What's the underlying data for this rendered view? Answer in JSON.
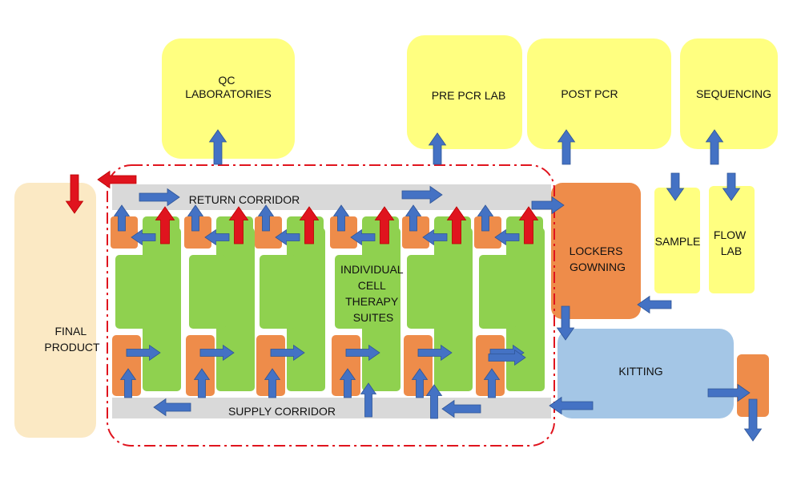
{
  "colors": {
    "yellow": "#ffff80",
    "cream": "#fbe9c4",
    "orange": "#ee8c4a",
    "green": "#8fd14f",
    "blue_box": "#a4c6e6",
    "corridor": "#d9d9d9",
    "arrow_blue": "#4472c4",
    "arrow_red": "#e0141e",
    "boundary": "#e0141e"
  },
  "labels": {
    "qc": [
      "QC",
      "LABORATORIES"
    ],
    "pre_pcr": [
      "PRE PCR LAB"
    ],
    "post_pcr": [
      "POST PCR"
    ],
    "sequencing": [
      "SEQUENCING"
    ],
    "sample": [
      "SAMPLE"
    ],
    "flow": [
      "FLOW",
      "LAB"
    ],
    "lockers": [
      "LOCKERS",
      "GOWNING"
    ],
    "kitting": [
      "KITTING"
    ],
    "final": [
      "FINAL",
      "PRODUCT"
    ],
    "return_corridor": [
      "RETURN CORRIDOR"
    ],
    "supply_corridor": [
      "SUPPLY CORRIDOR"
    ],
    "suites": [
      "INDIVIDUAL",
      "CELL",
      "THERAPY",
      "SUITES"
    ]
  }
}
